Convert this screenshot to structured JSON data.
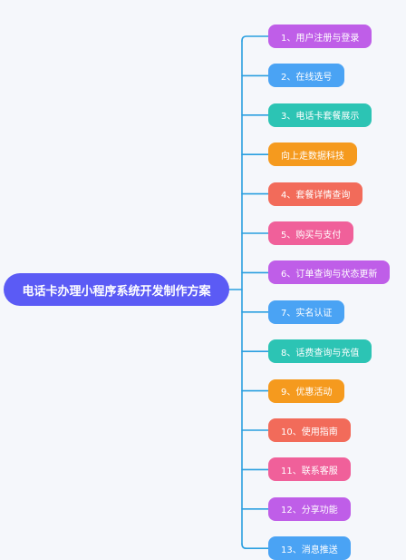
{
  "diagram": {
    "root": {
      "label": "电话卡办理小程序系统开发制作方案",
      "color": "#5b5bf5"
    },
    "connector_color": "#2a9fe0",
    "children": [
      {
        "label": "1、用户注册与登录",
        "color": "#bf5ee8"
      },
      {
        "label": "2、在线选号",
        "color": "#4aa3f4"
      },
      {
        "label": "3、电话卡套餐展示",
        "color": "#2cc4b4"
      },
      {
        "label": "向上走数据科技",
        "color": "#f59a1e"
      },
      {
        "label": "4、套餐详情查询",
        "color": "#f26b5a"
      },
      {
        "label": "5、购买与支付",
        "color": "#f0609a"
      },
      {
        "label": "6、订单查询与状态更新",
        "color": "#bf5ee8"
      },
      {
        "label": "7、实名认证",
        "color": "#4aa3f4"
      },
      {
        "label": "8、话费查询与充值",
        "color": "#2cc4b4"
      },
      {
        "label": "9、优惠活动",
        "color": "#f59a1e"
      },
      {
        "label": "10、使用指南",
        "color": "#f26b5a"
      },
      {
        "label": "11、联系客服",
        "color": "#f0609a"
      },
      {
        "label": "12、分享功能",
        "color": "#bf5ee8"
      },
      {
        "label": "13、消息推送",
        "color": "#4aa3f4"
      }
    ]
  }
}
